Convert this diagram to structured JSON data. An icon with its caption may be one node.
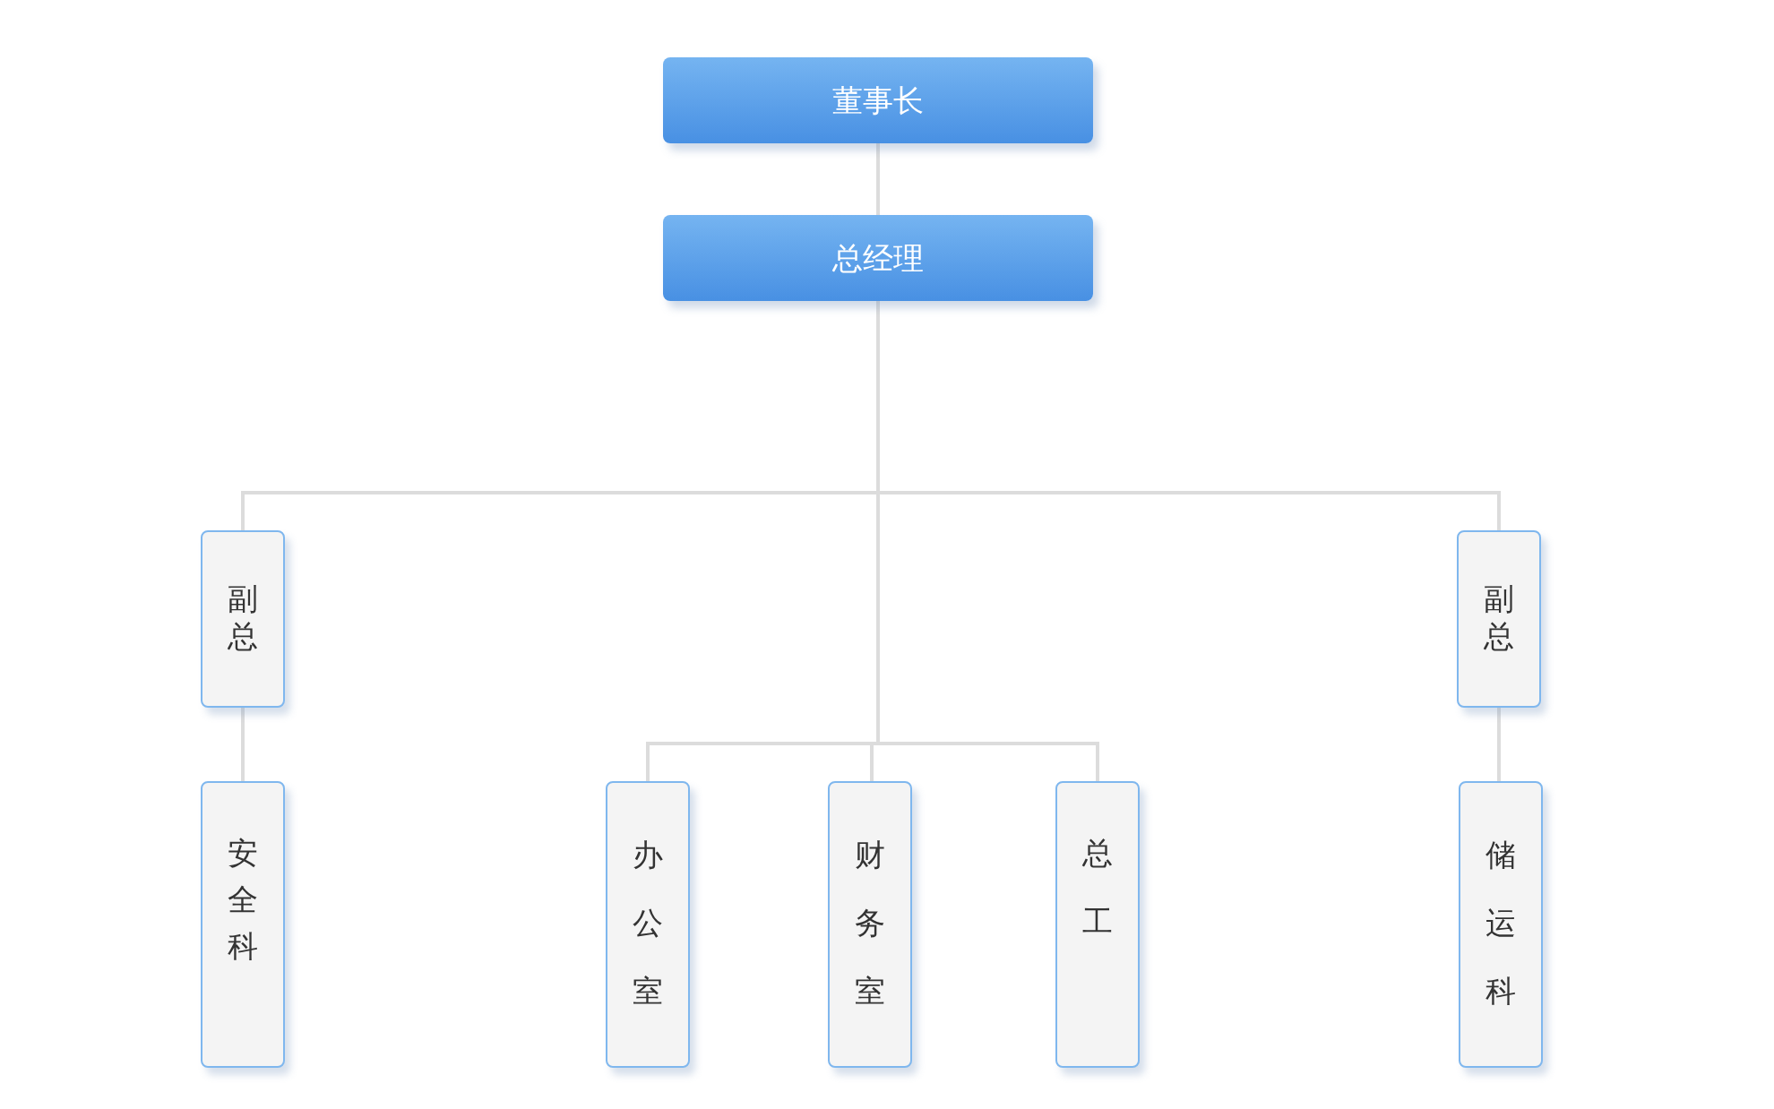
{
  "diagram": {
    "nodes": [
      {
        "text": [
          "董事长"
        ]
      },
      {
        "text": [
          "总经理"
        ]
      },
      {
        "text": [
          "副总"
        ]
      },
      {
        "text": [
          "副总"
        ]
      },
      {
        "text": [
          "安全科"
        ]
      },
      {
        "text": [
          "办公室"
        ]
      },
      {
        "text": [
          "财务室"
        ]
      },
      {
        "text": [
          "总工"
        ]
      },
      {
        "text": [
          "储运科"
        ]
      }
    ],
    "edges": [
      {
        "from": 0,
        "to": 1,
        "arrow": "none"
      },
      {
        "from": 1,
        "to": 2,
        "arrow": "none"
      },
      {
        "from": 1,
        "to": 3,
        "arrow": "none"
      },
      {
        "from": 2,
        "to": 4,
        "arrow": "none"
      },
      {
        "from": 1,
        "to": 5,
        "arrow": "none"
      },
      {
        "from": 1,
        "to": 6,
        "arrow": "none"
      },
      {
        "from": 1,
        "to": 7,
        "arrow": "none"
      },
      {
        "from": 3,
        "to": 8,
        "arrow": "none"
      }
    ]
  }
}
